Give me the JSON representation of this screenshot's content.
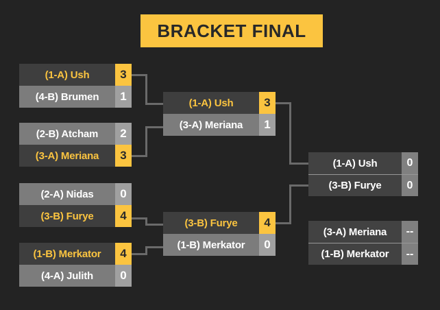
{
  "title": "BRACKET FINAL",
  "colors": {
    "background": "#232323",
    "accent_yellow": "#fbc440",
    "winner_row": "#3e3e3e",
    "winner_text": "#fbc440",
    "loser_row": "#7c7c7c",
    "loser_score_box": "#a0a0a0",
    "pending_row": "#424242",
    "pending_score_box": "#808080",
    "connector": "#6a6a6a",
    "banner_text": "#282828"
  },
  "bracket": {
    "round1": [
      {
        "rows": [
          {
            "label": "(1-A) Ush",
            "score": "3",
            "result": "win"
          },
          {
            "label": "(4-B) Brumen",
            "score": "1",
            "result": "loss"
          }
        ]
      },
      {
        "rows": [
          {
            "label": "(2-B) Atcham",
            "score": "2",
            "result": "loss"
          },
          {
            "label": "(3-A) Meriana",
            "score": "3",
            "result": "win"
          }
        ]
      },
      {
        "rows": [
          {
            "label": "(2-A) Nidas",
            "score": "0",
            "result": "loss"
          },
          {
            "label": "(3-B) Furye",
            "score": "4",
            "result": "win"
          }
        ]
      },
      {
        "rows": [
          {
            "label": "(1-B) Merkator",
            "score": "4",
            "result": "win"
          },
          {
            "label": "(4-A) Julith",
            "score": "0",
            "result": "loss"
          }
        ]
      }
    ],
    "round2": [
      {
        "rows": [
          {
            "label": "(1-A) Ush",
            "score": "3",
            "result": "win"
          },
          {
            "label": "(3-A) Meriana",
            "score": "1",
            "result": "loss"
          }
        ]
      },
      {
        "rows": [
          {
            "label": "(3-B) Furye",
            "score": "4",
            "result": "win"
          },
          {
            "label": "(1-B) Merkator",
            "score": "0",
            "result": "loss"
          }
        ]
      }
    ],
    "final": {
      "rows": [
        {
          "label": "(1-A) Ush",
          "score": "0",
          "result": "tbd"
        },
        {
          "label": "(3-B) Furye",
          "score": "0",
          "result": "tbd"
        }
      ]
    },
    "consolation": {
      "rows": [
        {
          "label": "(3-A) Meriana",
          "score": "--",
          "result": "tbd"
        },
        {
          "label": "(1-B) Merkator",
          "score": "--",
          "result": "tbd"
        }
      ]
    }
  }
}
